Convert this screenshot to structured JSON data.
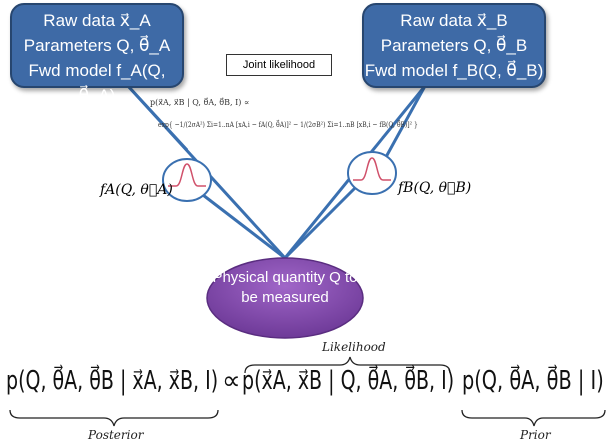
{
  "box_a": {
    "line1": "Raw data x⃗_A",
    "line2": "Parameters Q, θ⃗_A",
    "line3": "Fwd model f_A(Q, θ⃗_A)"
  },
  "box_b": {
    "line1": "Raw data x⃗_B",
    "line2": "Parameters Q, θ⃗_B",
    "line3": "Fwd model f_B(Q, θ⃗_B)"
  },
  "joint_likelihood_label": "Joint likelihood",
  "joint_formula": {
    "line1": "p(x⃗A, x⃗B | Q, θ⃗A, θ⃗B, I) ∝",
    "line2": "exp{ −1/(2σA²) Σi=1..nA [xA,i − fA(Q, θ⃗A)]² − 1/(2σB²) Σi=1..nB [xB,i − fB(Q, θ⃗B)]² }"
  },
  "model_a_label": "fA(Q, θ⃗A)",
  "model_b_label": "fB(Q, θ⃗B)",
  "physical_quantity": "Physical quantity Q to be measured",
  "bayes": {
    "posterior_expr": "p(Q, θ⃗A, θ⃗B | x⃗A, x⃗B, I)",
    "proportional": "∝",
    "likelihood_expr": "p(x⃗A, x⃗B | Q, θ⃗A, θ⃗B, I)",
    "prior_expr": "p(Q, θ⃗A, θ⃗B | I)",
    "posterior_label": "Posterior",
    "likelihood_label": "Likelihood",
    "prior_label": "Prior"
  },
  "colors": {
    "box": "#3e6aa6",
    "line": "#3a70b0",
    "ellipse": "#8a4fb0",
    "gaussian": "#d0506a"
  }
}
